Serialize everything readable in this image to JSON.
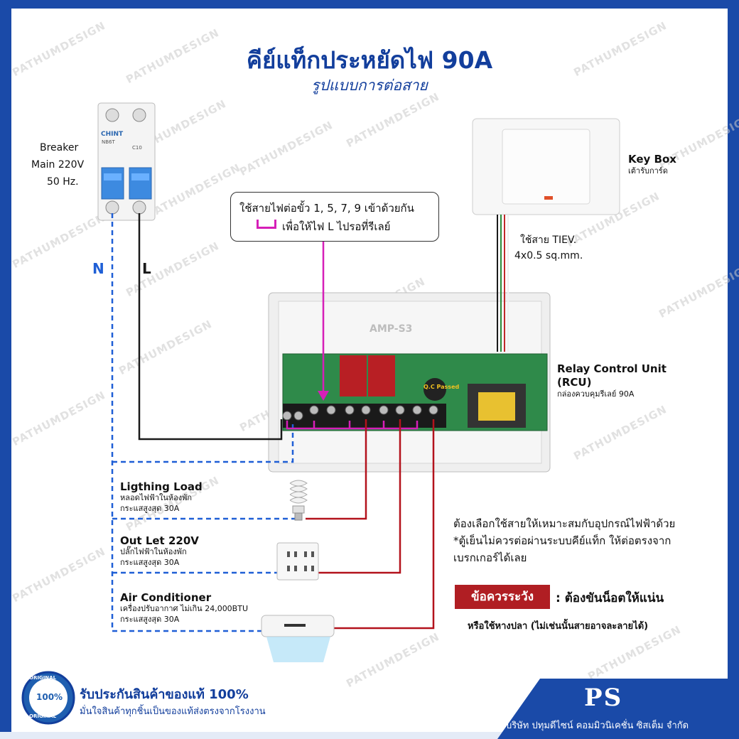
{
  "title": "คีย์แท็กประหยัดไฟ 90A",
  "subtitle": "รูปแบบการต่อสาย",
  "watermark": "PATHUMDESIGN",
  "breaker": {
    "line1": "Breaker",
    "line2": "Main 220V",
    "line3": "50 Hz.",
    "brand": "CHINT",
    "model": "NB6T",
    "rating": "C10"
  },
  "wires": {
    "n_label": "N",
    "l_label": "L"
  },
  "callout": {
    "line1": "ใช้สายไฟต่อขั้ว 1, 5, 7, 9 เข้าด้วยกัน",
    "line2": "เพื่อให้ไฟ L ไปรอที่รีเลย์"
  },
  "key_box": {
    "title": "Key Box",
    "desc": "เต้ารับการ์ด"
  },
  "cable_note": {
    "line1": "ใช้สาย TIEV.",
    "line2": "4x0.5 sq.mm."
  },
  "rcu": {
    "title1": "Relay Control Unit",
    "title2": "(RCU)",
    "desc": "กล่องควบคุมรีเลย์ 90A",
    "board_label": "AMP-S3",
    "qc_stamp": "Q.C Passed"
  },
  "loads": [
    {
      "name": "Ligthing Load",
      "desc": "หลอดไฟฟ้าในห้องพัก",
      "limit": "กระแสสูงสุด 30A"
    },
    {
      "name": "Out Let 220V",
      "desc": "ปลั๊กไฟฟ้าในห้องพัก",
      "limit": "กระแสสูงสุด 30A"
    },
    {
      "name": "Air Conditioner",
      "desc": "เครื่องปรับอากาศ ไม่เกิน 24,000BTU",
      "limit": "กระแสสูงสุด 30A"
    }
  ],
  "notes": {
    "line1": "ต้องเลือกใช้สายให้เหมาะสมกับอุปกรณ์ไฟฟ้าด้วย",
    "line2": "*ตู้เย็นไม่ควรต่อผ่านระบบคีย์แท็ก ให้ต่อตรงจาก",
    "line3": "เบรกเกอร์ได้เลย"
  },
  "warning": {
    "tag": "ข้อควรระวัง",
    "text": ": ต้องขันน็อตให้แน่น",
    "sub": "หรือใช้หางปลา (ไม่เช่นนั้นสายอาจละลายได้)"
  },
  "guarantee": {
    "badge_top": "ORIGINAL",
    "badge_center": "100%",
    "badge_bottom": "ORIGINAL",
    "title": "รับประกันสินค้าของแท้ 100%",
    "sub": "มั่นใจสินค้าทุกชิ้นเป็นของแท้ส่งตรงจากโรงงาน"
  },
  "company": {
    "logo": "PS",
    "name": "บริษัท ปทุมดีไซน์ คอมมิวนิเคชั่น ซิสเต็ม จำกัด"
  },
  "colors": {
    "brand_blue": "#1a4aa8",
    "title_blue": "#123e9c",
    "warning_red": "#b01e23",
    "wire_l": "#1a1a1a",
    "wire_n": "#1f5fd6",
    "wire_link": "#d61fb8",
    "wire_load": "#b3121c"
  }
}
